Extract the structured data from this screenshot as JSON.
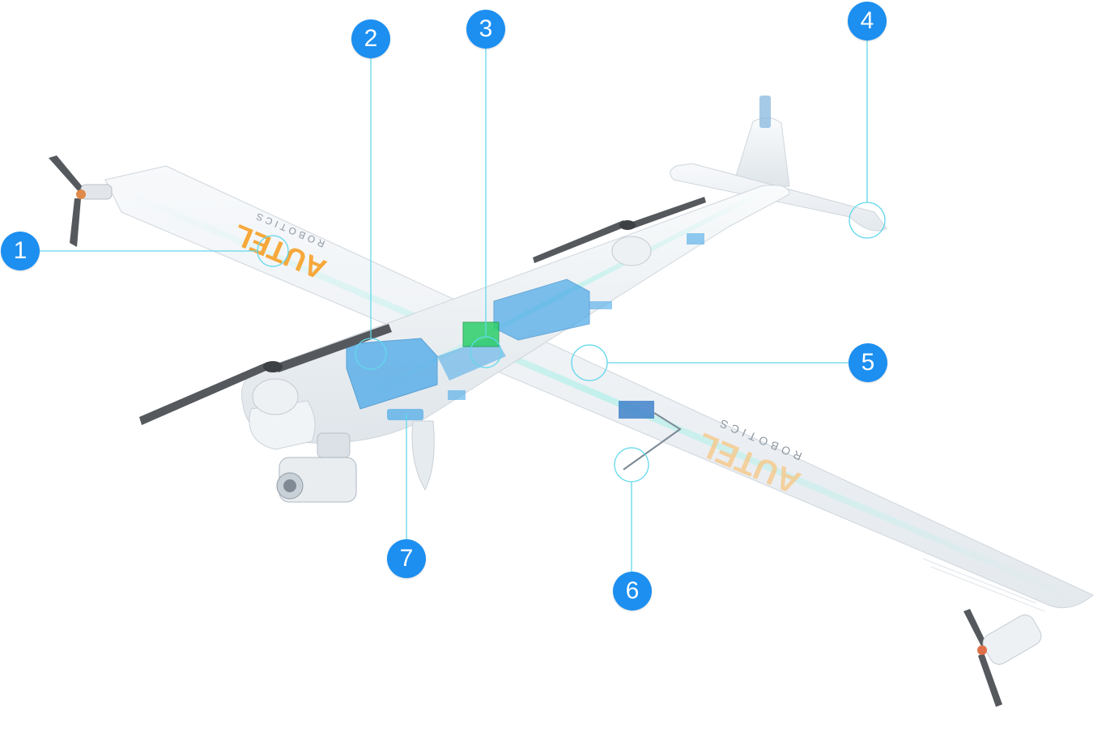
{
  "colors": {
    "badge": "#1c8ff0",
    "callout_line": "#62d8ec",
    "component_blue": "#4aa8e8",
    "component_green": "#2ecf6a",
    "airframe": "#eef1f4",
    "airframe_edge": "#cfd6dd",
    "propeller": "#55595e",
    "logo_orange": "#f6a83a"
  },
  "icons": {
    "badge": "numbered-circle-icon",
    "propeller": "propeller-icon",
    "camera_gimbal": "camera-gimbal-icon"
  },
  "logo": {
    "brand": "AUTEL",
    "sub": "ROBOTICS"
  },
  "callouts": [
    {
      "number": "1",
      "target": "wing-root"
    },
    {
      "number": "2",
      "target": "battery-bay"
    },
    {
      "number": "3",
      "target": "flight-controller"
    },
    {
      "number": "4",
      "target": "horizontal-stabilizer"
    },
    {
      "number": "5",
      "target": "wing-spar"
    },
    {
      "number": "6",
      "target": "antenna"
    },
    {
      "number": "7",
      "target": "fuselage-electronics"
    }
  ]
}
